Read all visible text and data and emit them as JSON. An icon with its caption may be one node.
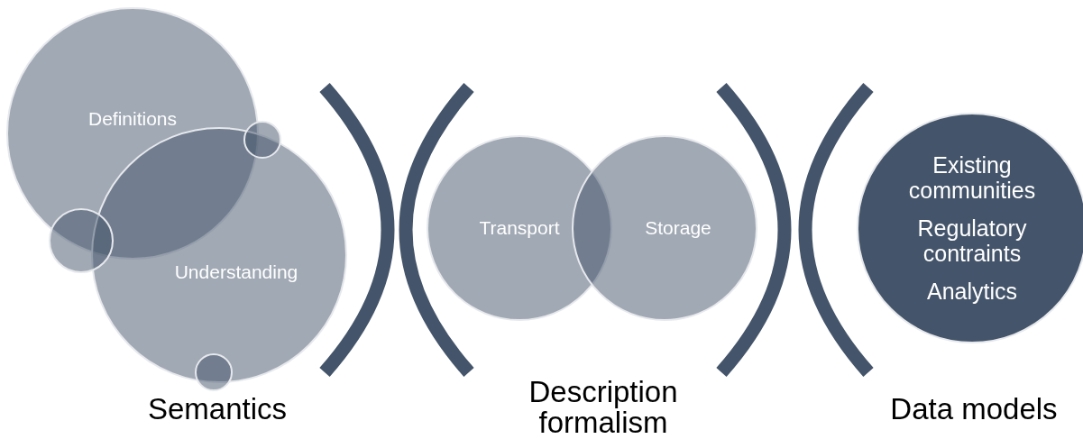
{
  "diagram": {
    "nodes": [
      {
        "text": [
          "Definitions"
        ]
      },
      {
        "text": [
          "Understanding"
        ]
      },
      {
        "text": [],
        "shape": "circle"
      },
      {
        "text": [],
        "shape": "circle"
      },
      {
        "text": [],
        "shape": "circle"
      },
      {
        "text": [
          "Transport"
        ]
      },
      {
        "text": [
          "Storage"
        ]
      },
      {
        "text": [
          "Existing communities",
          "Regulatory contraints",
          "Analytics"
        ]
      }
    ],
    "labels": [
      "Semantics",
      "Description formalism",
      "Data models"
    ]
  }
}
